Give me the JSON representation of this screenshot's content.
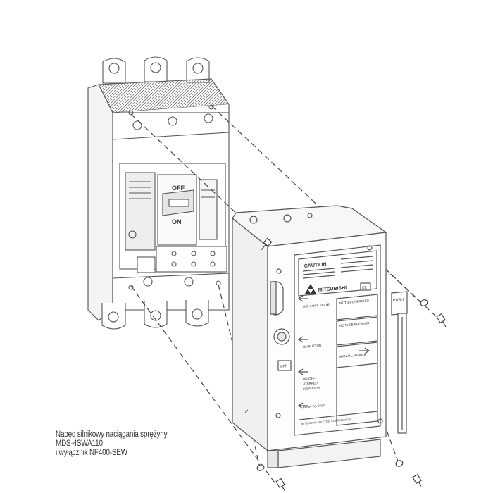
{
  "breaker": {
    "switch_off": "OFF",
    "switch_on": "ON"
  },
  "motor_unit": {
    "caution_label": "CAUTION",
    "brand": "MITSUBISHI",
    "ce_mark": "CE",
    "push_label": "PUSH",
    "off_lock_plate": "OFF-LOCK PLATE",
    "on_button": "ON BUTTON",
    "indicator_line1": "ON-OFF-",
    "indicator_line2": "-TRIPPED",
    "indicator_line3": "INDICATOR",
    "motor_operated": "MOTOR OPERATED",
    "no_fuse_breaker": "NO FUSE BREAKER",
    "manual_handle": "MANUAL HANDLE",
    "off_button": "OFF",
    "push_to_trip": "PUSH TO TRIP",
    "manufacturer": "MITSUBISHI ELECTRIC CORPORATION"
  },
  "caption": {
    "line1": "Napęd silnikowy naciągania sprężyny",
    "line2": "MDS-4SWA110",
    "line3": "i wyłącznik NF400-SEW"
  }
}
